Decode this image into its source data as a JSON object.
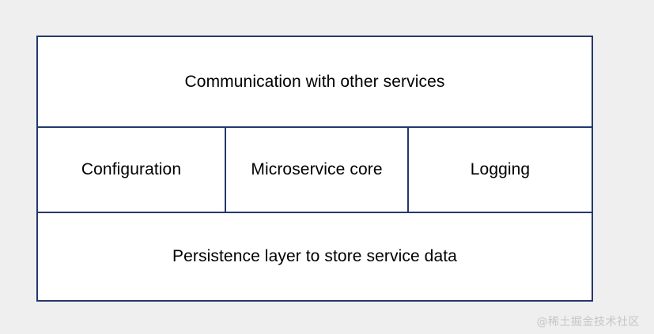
{
  "diagram": {
    "type": "layered-architecture-block-diagram",
    "border_color": "#24386b",
    "background_color": "#efefef",
    "panel_color": "#ffffff",
    "text_color": "#000000",
    "rows": [
      {
        "id": "communication-layer",
        "cells": [
          {
            "id": "communication",
            "label": "Communication with other services"
          }
        ]
      },
      {
        "id": "core-layer",
        "cells": [
          {
            "id": "configuration",
            "label": "Configuration"
          },
          {
            "id": "microservice-core",
            "label": "Microservice core"
          },
          {
            "id": "logging",
            "label": "Logging"
          }
        ]
      },
      {
        "id": "persistence-layer",
        "cells": [
          {
            "id": "persistence",
            "label": "Persistence layer to store service data"
          }
        ]
      }
    ]
  },
  "watermark": {
    "text": "@稀土掘金技术社区",
    "color": "#c6c6c6"
  }
}
